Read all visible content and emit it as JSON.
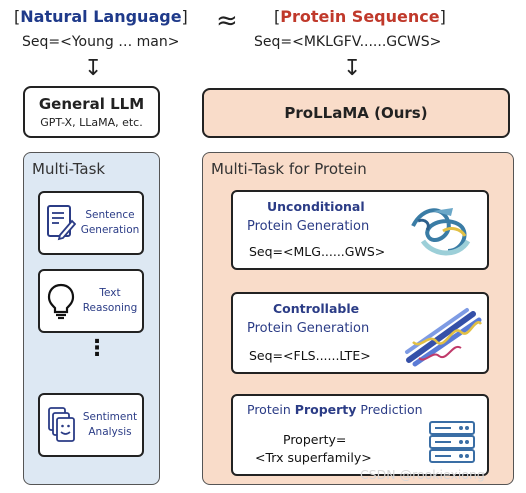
{
  "header": {
    "left_open": "[",
    "left_word": "Natural Language",
    "left_close": "]",
    "left_seq": "Seq=<Young … man>",
    "approx": "≈",
    "right_open": "[",
    "right_word": "Protein Sequence",
    "right_close": "]",
    "right_seq": "Seq=<MKLGFV......GCWS>"
  },
  "arrow_glyph": "↧",
  "general_llm": {
    "title": "General LLM",
    "subtitle": "GPT-X, LLaMA, etc."
  },
  "prollama": {
    "title": "ProLLaMA (Ours)"
  },
  "left_panel": {
    "title": "Multi-Task",
    "tasks": [
      {
        "label": "Sentence\nGeneration",
        "icon": "document-pen-icon"
      },
      {
        "label": "Text\nReasoning",
        "icon": "lightbulb-icon"
      },
      {
        "label": "Sentiment\nAnalysis",
        "icon": "smiley-documents-icon"
      }
    ],
    "ellipsis": "⋮"
  },
  "right_panel": {
    "title": "Multi-Task for Protein",
    "cards": [
      {
        "bold": "Unconditional",
        "text": "Protein Generation",
        "seq": "Seq=<MLG......GWS>",
        "icon": "protein-structure-icon"
      },
      {
        "bold": "Controllable",
        "text": "Protein Generation",
        "seq": "Seq=<FLS......LTE>",
        "icon": "beta-sheet-protein-icon"
      },
      {
        "pre": "Protein ",
        "bold": "Property",
        "post": " Prediction",
        "line1": "Property=",
        "line2": "<Trx superfamily>",
        "icon": "database-server-icon"
      }
    ]
  },
  "watermark": "CSDN @rookiexiong",
  "colors": {
    "llm_fill": "#ffffff",
    "prollama_fill": "#f9dcc9",
    "left_panel_fill": "#dde8f3",
    "right_panel_fill": "#f9dcc9",
    "accent_blue": "#2b3c86",
    "accent_red": "#c0392b"
  }
}
